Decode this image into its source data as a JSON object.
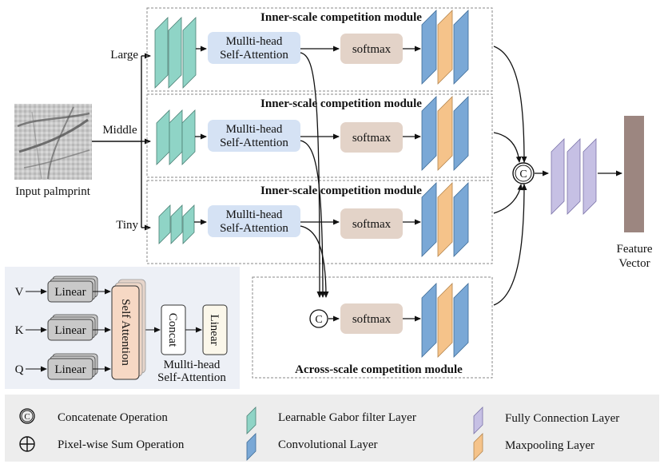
{
  "input": {
    "label": "Input palmprint"
  },
  "scales": {
    "large": "Large",
    "middle": "Middle",
    "tiny": "Tiny"
  },
  "modules": {
    "inner_title": "Inner-scale competition module",
    "across_title": "Across-scale  competition module",
    "mhsa_line1": "Mullti-head",
    "mhsa_line2": "Self-Attention",
    "softmax": "softmax",
    "concat_symbol": "C"
  },
  "output": {
    "line1": "Feature",
    "line2": "Vector"
  },
  "attention_detail": {
    "inputs": [
      "V",
      "K",
      "Q"
    ],
    "linear": "Linear",
    "self_attention": "Self Attention",
    "concat": "Concat",
    "title_line1": "Mullti-head",
    "title_line2": "Self-Attention"
  },
  "legend": {
    "concat_symbol": "C",
    "concat_label": "Concatenate Operation",
    "sum_label": "Pixel-wise Sum Operation",
    "gabor_label": "Learnable Gabor filter Layer",
    "conv_label": "Convolutional Layer",
    "fc_label": "Fully Connection Layer",
    "pool_label": "Maxpooling Layer"
  },
  "colors": {
    "gabor": "#8fd4c6",
    "conv": "#7aa8d6",
    "pool": "#f5c38a",
    "fc": "#c6c0e4",
    "mhsa": "#d5e2f4",
    "softmax": "#e3d3c8",
    "feature": "#9c8680",
    "self_attention": "#f6d8c4",
    "linear": "#c9c9c9"
  }
}
